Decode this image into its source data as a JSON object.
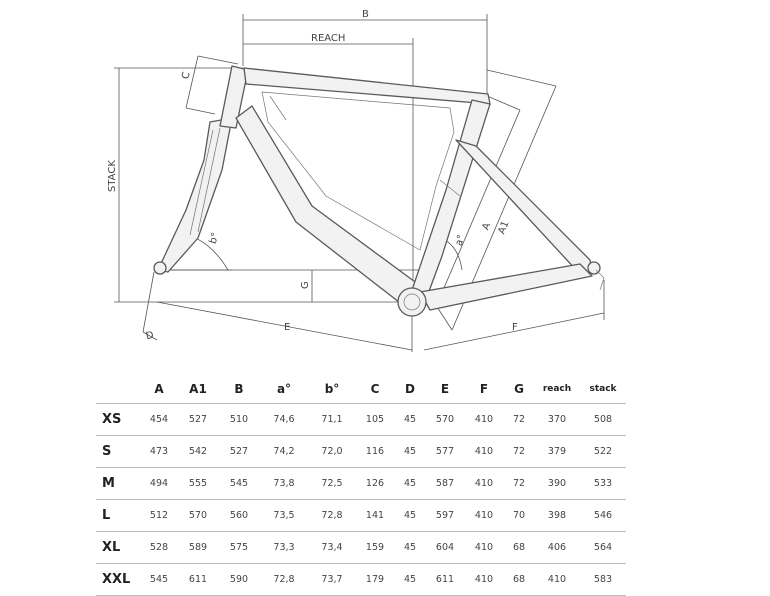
{
  "labels": {
    "b": "B",
    "reach": "REACH",
    "c": "C",
    "stack": "STACK",
    "b_angle": "b°",
    "a_angle": "a°",
    "a": "A",
    "a1": "A1",
    "g": "G",
    "d": "D",
    "e": "E",
    "f": "F"
  },
  "table": {
    "headers": [
      "",
      "A",
      "A1",
      "B",
      "a°",
      "b°",
      "C",
      "D",
      "E",
      "F",
      "G",
      "reach",
      "stack"
    ],
    "rows": [
      [
        "XS",
        "454",
        "527",
        "510",
        "74,6",
        "71,1",
        "105",
        "45",
        "570",
        "410",
        "72",
        "370",
        "508"
      ],
      [
        "S",
        "473",
        "542",
        "527",
        "74,2",
        "72,0",
        "116",
        "45",
        "577",
        "410",
        "72",
        "379",
        "522"
      ],
      [
        "M",
        "494",
        "555",
        "545",
        "73,8",
        "72,5",
        "126",
        "45",
        "587",
        "410",
        "72",
        "390",
        "533"
      ],
      [
        "L",
        "512",
        "570",
        "560",
        "73,5",
        "72,8",
        "141",
        "45",
        "597",
        "410",
        "70",
        "398",
        "546"
      ],
      [
        "XL",
        "528",
        "589",
        "575",
        "73,3",
        "73,4",
        "159",
        "45",
        "604",
        "410",
        "68",
        "406",
        "564"
      ],
      [
        "XXL",
        "545",
        "611",
        "590",
        "72,8",
        "73,7",
        "179",
        "45",
        "611",
        "410",
        "68",
        "410",
        "583"
      ]
    ]
  }
}
